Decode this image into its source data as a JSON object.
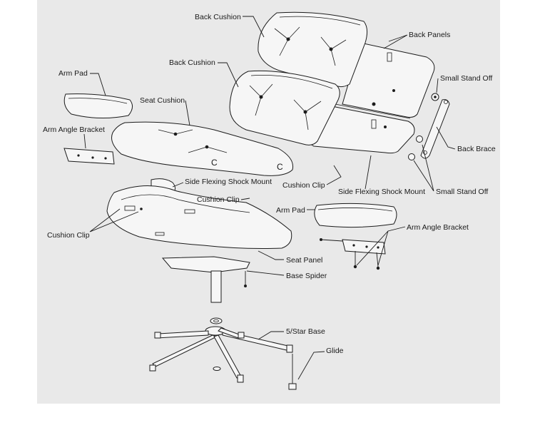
{
  "diagram": {
    "labels": {
      "back_cushion_top": "Back Cushion",
      "back_panels": "Back Panels",
      "back_cushion_lower": "Back Cushion",
      "small_stand_off_top": "Small Stand Off",
      "arm_pad_left": "Arm Pad",
      "seat_cushion": "Seat Cushion",
      "back_brace": "Back Brace",
      "arm_angle_bracket_left": "Arm Angle Bracket",
      "side_flexing_shock_mount_left": "Side Flexing Shock Mount",
      "cushion_clip_right": "Cushion Clip",
      "side_flexing_shock_mount_right": "Side Flexing Shock Mount",
      "small_stand_off_bottom": "Small Stand Off",
      "cushion_clip_center": "Cushion Clip",
      "arm_pad_right": "Arm Pad",
      "cushion_clip_left": "Cushion Clip",
      "arm_angle_bracket_right": "Arm Angle Bracket",
      "seat_panel": "Seat Panel",
      "base_spider": "Base Spider",
      "star_base": "5/Star Base",
      "glide": "Glide"
    }
  }
}
